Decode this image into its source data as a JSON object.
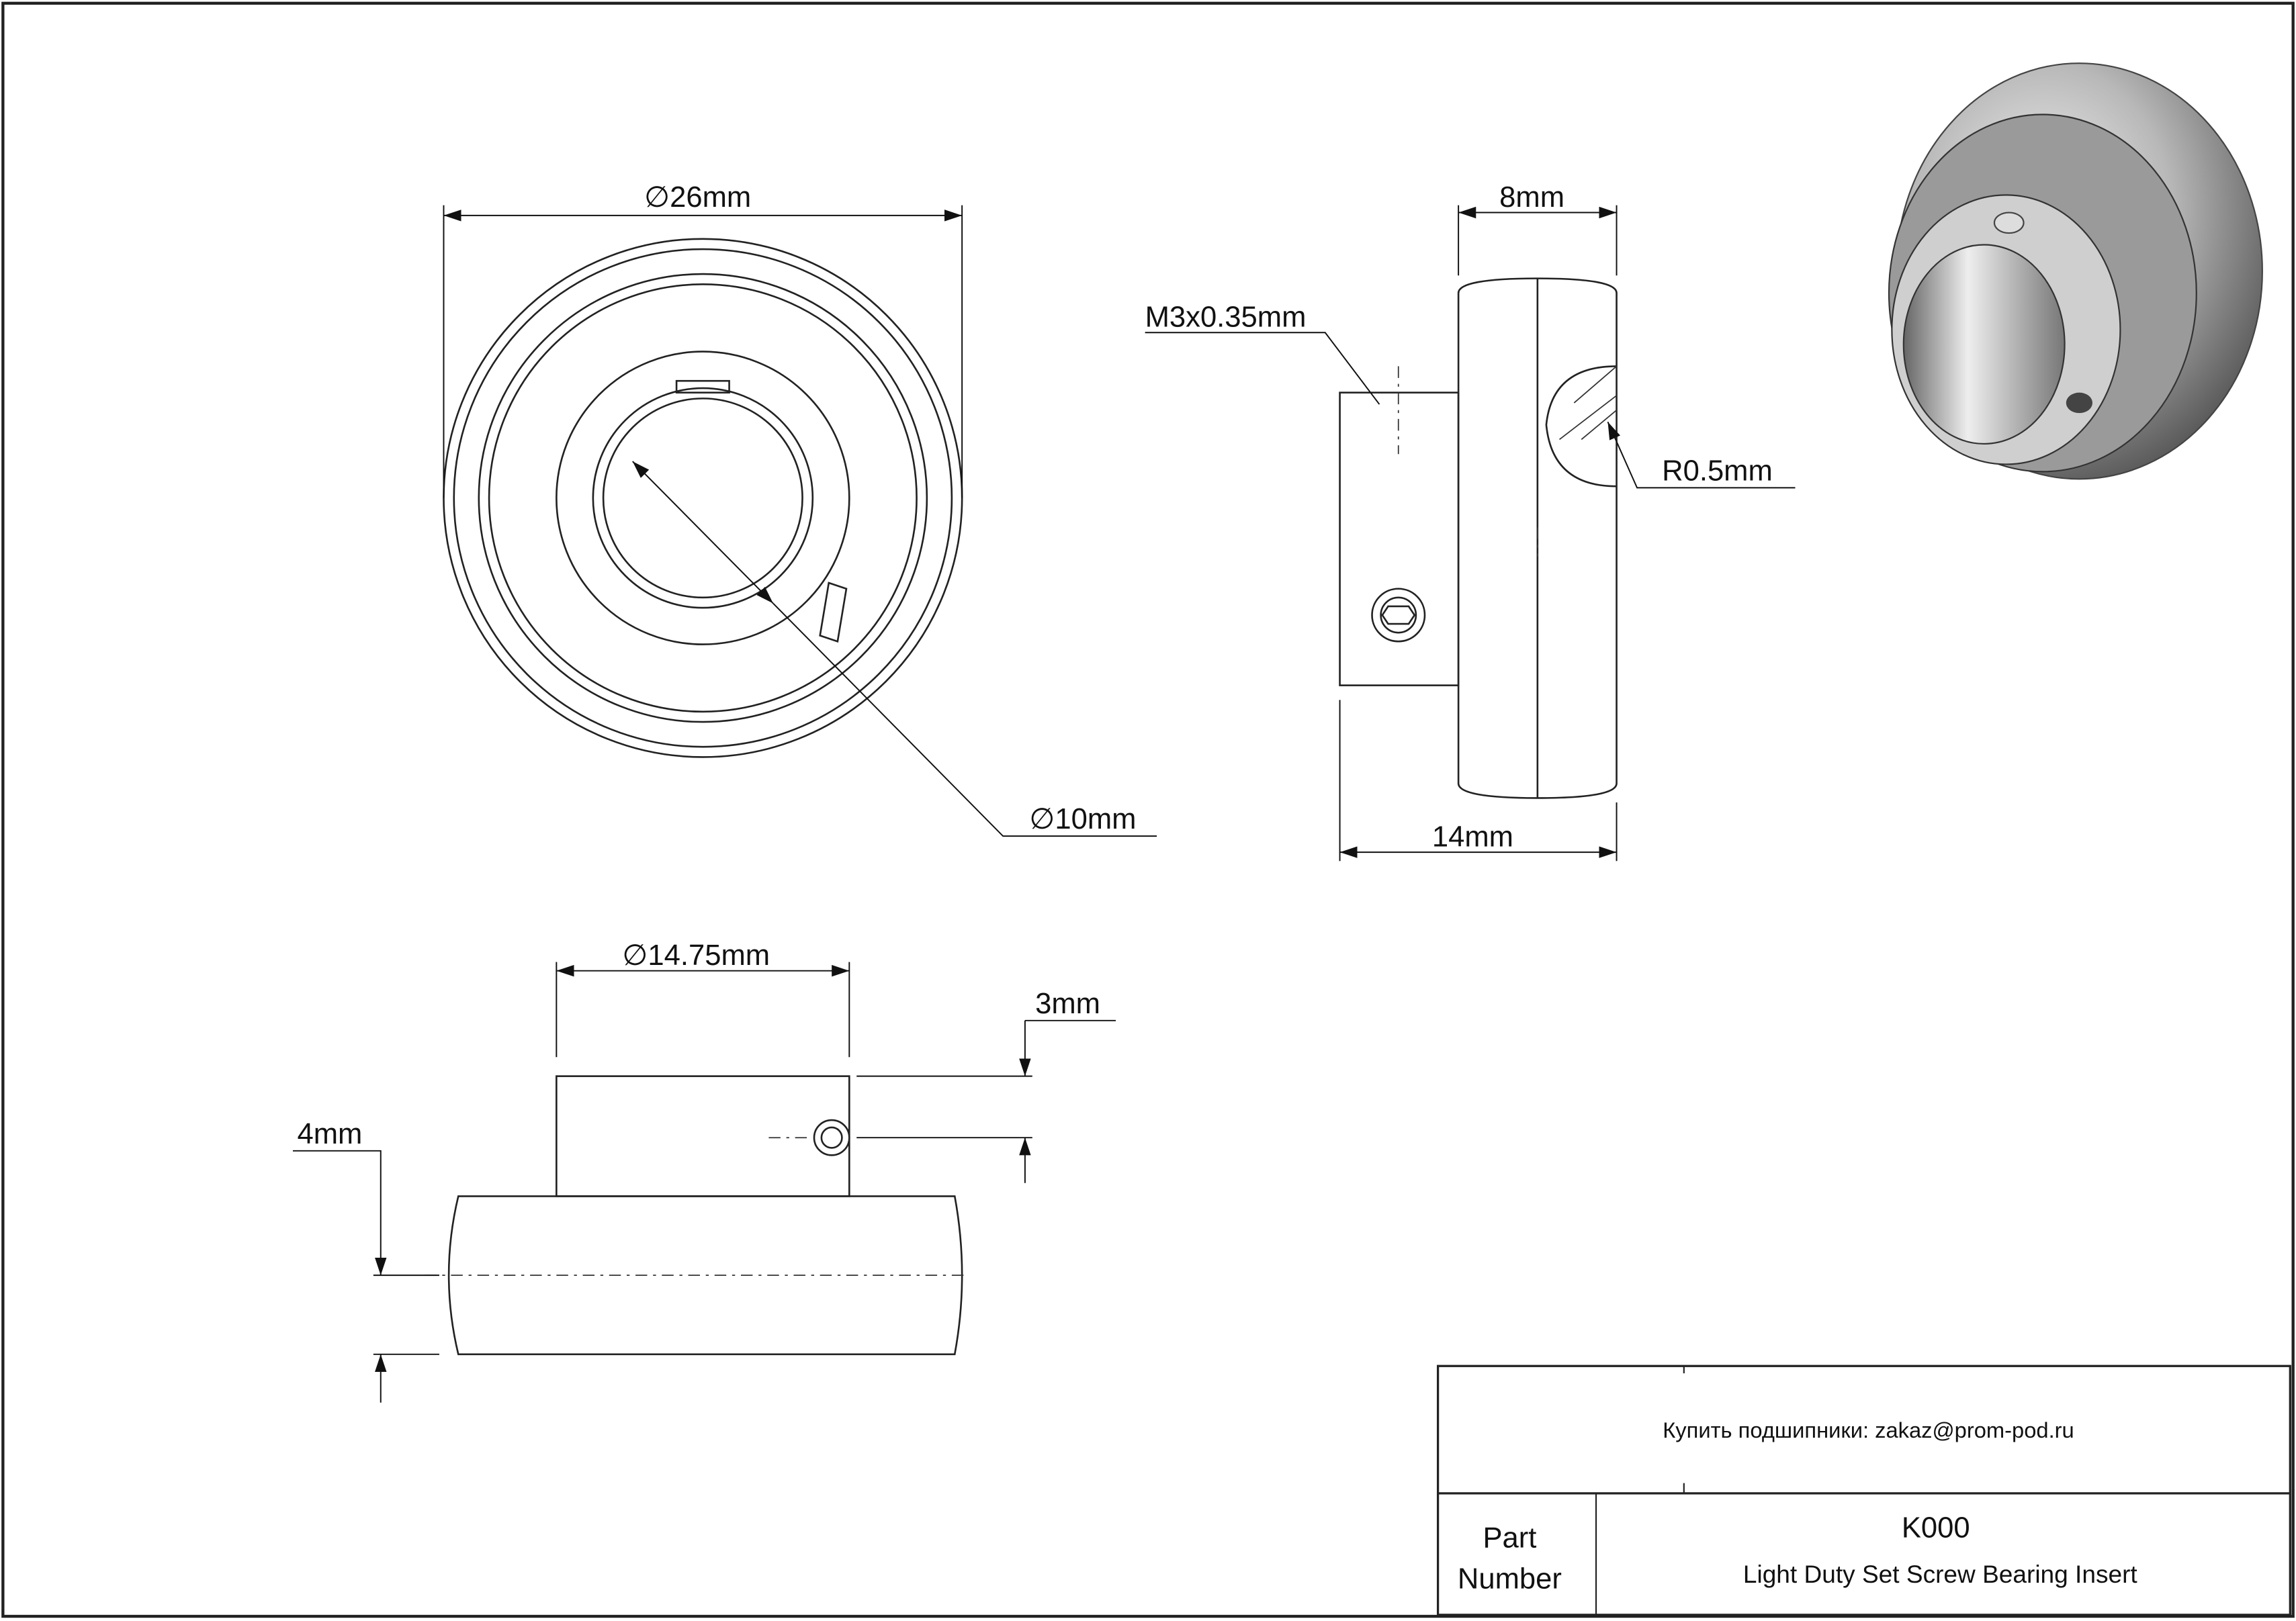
{
  "dimensions": {
    "outer_diameter": "26mm",
    "bore_diameter": "10mm",
    "width_inner": "14mm",
    "width_outer": "8mm",
    "thread": "M3x0.35mm",
    "radius": "R0.5mm",
    "collar_diameter": "14.75mm",
    "screw_offset": "3mm",
    "offset_4": "4mm"
  },
  "title_block": {
    "contact": "Купить подшипники: zakaz@prom-pod.ru",
    "part_label_line1": "Part",
    "part_label_line2": "Number",
    "part_number": "K000",
    "description": "Light Duty Set Screw Bearing Insert"
  },
  "colors": {
    "line": "#222222",
    "background": "#ffffff"
  }
}
